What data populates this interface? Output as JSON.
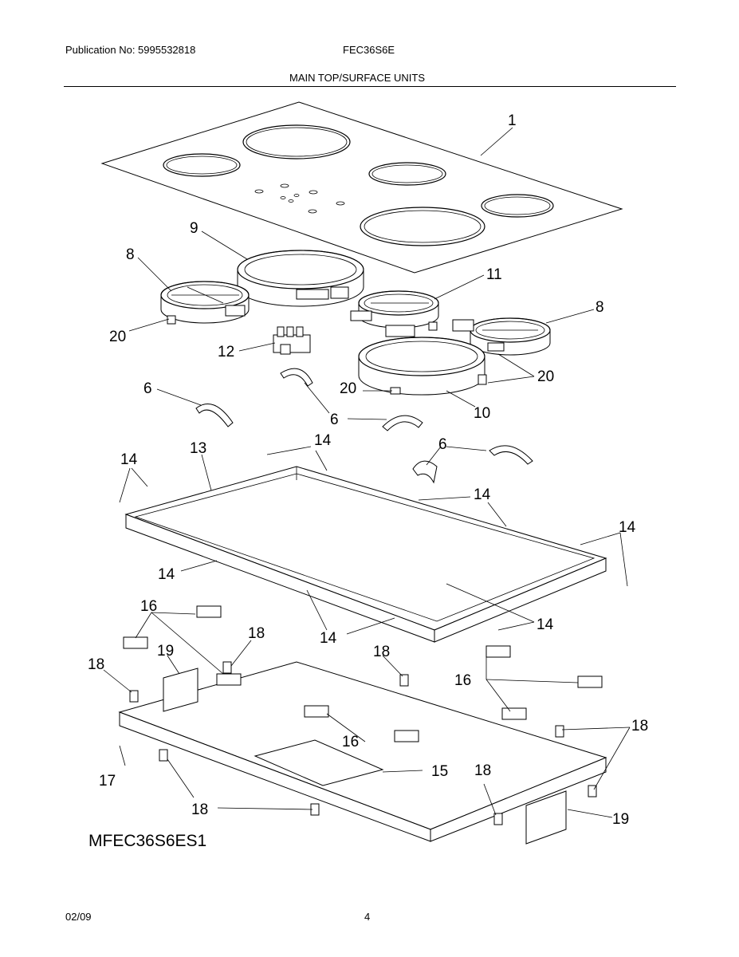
{
  "header": {
    "publication": "Publication No: 5995532818",
    "model": "FEC36S6E",
    "section": "MAIN TOP/SURFACE UNITS"
  },
  "figure_id": "MFEC36S6ES1",
  "footer": {
    "date": "02/09",
    "page": "4"
  },
  "callouts": {
    "c1": "1",
    "c9": "9",
    "c8a": "8",
    "c11": "11",
    "c8b": "8",
    "c20a": "20",
    "c12": "12",
    "c20b": "20",
    "c20c": "20",
    "c10": "10",
    "c6a": "6",
    "c6b": "6",
    "c6c": "6",
    "c13": "13",
    "c14a": "14",
    "c14b": "14",
    "c14c": "14",
    "c14d": "14",
    "c14e": "14",
    "c14f": "14",
    "c14g": "14",
    "c16a": "16",
    "c16b": "16",
    "c16c": "16",
    "c18a": "18",
    "c18b": "18",
    "c18c": "18",
    "c18d": "18",
    "c18e": "18",
    "c18f": "18",
    "c19a": "19",
    "c19b": "19",
    "c17": "17",
    "c15": "15"
  }
}
